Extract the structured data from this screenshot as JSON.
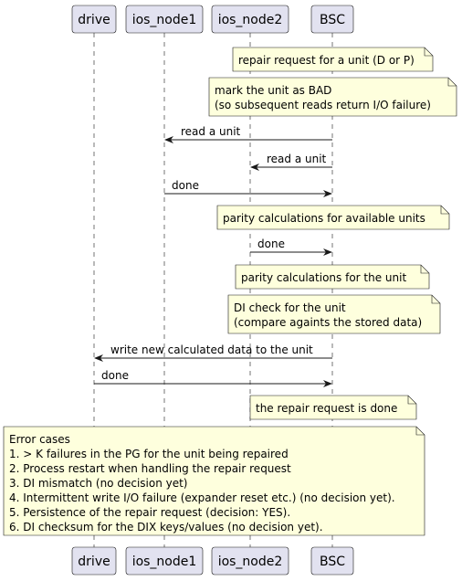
{
  "colors": {
    "participant_fill": "#E2E2F0",
    "participant_stroke": "#181818",
    "lifeline": "#181818",
    "note_fill": "#FEFFDD",
    "note_stroke": "#181818",
    "arrow": "#181818"
  },
  "participants": [
    {
      "id": "drive",
      "label": "drive"
    },
    {
      "id": "ios_node1",
      "label": "ios_node1"
    },
    {
      "id": "ios_node2",
      "label": "ios_node2"
    },
    {
      "id": "bsc",
      "label": "BSC"
    }
  ],
  "notes": [
    {
      "id": "note-repair-request",
      "lines": [
        "repair request for a unit (D or P)"
      ]
    },
    {
      "id": "note-mark-bad",
      "lines": [
        "mark the unit as BAD",
        "(so subsequent reads return I/O failure)"
      ]
    },
    {
      "id": "note-parity-available",
      "lines": [
        "parity calculations for available units"
      ]
    },
    {
      "id": "note-parity-unit",
      "lines": [
        "parity calculations for the unit"
      ]
    },
    {
      "id": "note-di-check",
      "lines": [
        "DI check for the unit",
        "(compare againts the stored data)"
      ]
    },
    {
      "id": "note-repair-done",
      "lines": [
        "the repair request is done"
      ]
    },
    {
      "id": "note-error-cases",
      "lines": [
        "Error cases",
        "1. > K failures in the PG for the unit being repaired",
        "2. Process restart when handling the repair request",
        "3. DI mismatch (no decision yet)",
        "4. Intermittent write I/O failure (expander reset etc.) (no decision yet).",
        "5. Persistence of the repair request (decision: YES).",
        "6. DI checksum for the DIX keys/values (no decision yet)."
      ]
    }
  ],
  "messages": [
    {
      "id": "msg-read-node1",
      "from": "bsc",
      "to": "ios_node1",
      "label": "read a unit"
    },
    {
      "id": "msg-read-node2",
      "from": "bsc",
      "to": "ios_node2",
      "label": "read a unit"
    },
    {
      "id": "msg-done-node1",
      "from": "ios_node1",
      "to": "bsc",
      "label": "done"
    },
    {
      "id": "msg-done-node2",
      "from": "ios_node2",
      "to": "bsc",
      "label": "done"
    },
    {
      "id": "msg-write-drive",
      "from": "bsc",
      "to": "drive",
      "label": "write new calculated data to the unit"
    },
    {
      "id": "msg-done-drive",
      "from": "drive",
      "to": "bsc",
      "label": "done"
    }
  ]
}
